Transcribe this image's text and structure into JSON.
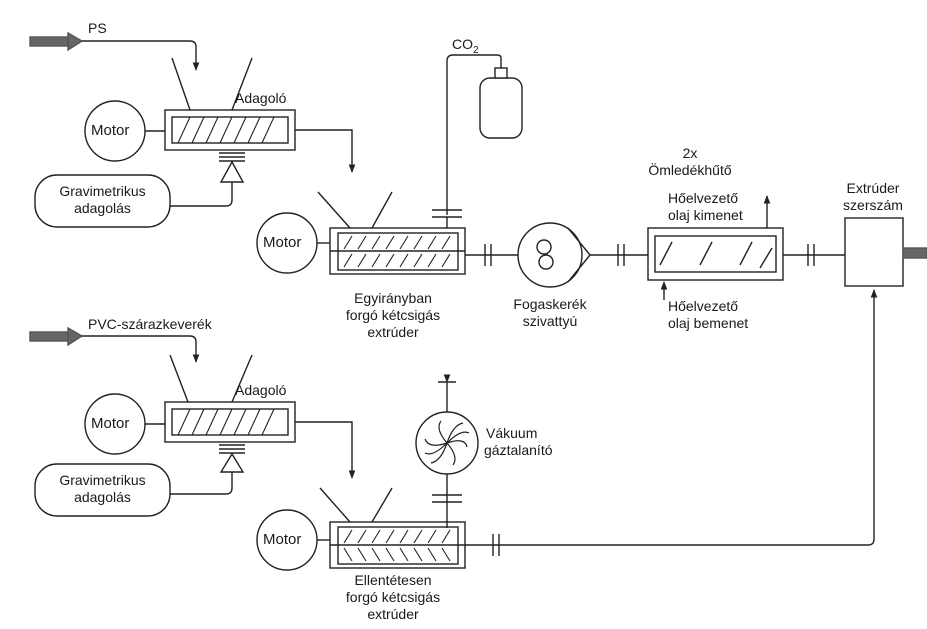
{
  "inputs": {
    "ps": "PS",
    "pvc": "PVC-szárazkeverék"
  },
  "feeders": {
    "top": "Adagoló",
    "bottom": "Adagoló"
  },
  "motors": {
    "top_feeder": "Motor",
    "top_extruder": "Motor",
    "bottom_feeder": "Motor",
    "bottom_extruder": "Motor"
  },
  "gravimetric": {
    "top": [
      "Gravimetrikus",
      "adagolás"
    ],
    "bottom": [
      "Gravimetrikus",
      "adagolás"
    ]
  },
  "co2": "CO",
  "co2_sub": "2",
  "co_rotating": [
    "Egyirányban",
    "forgó kétcsigás",
    "extrúder"
  ],
  "counter_rotating": [
    "Ellentétesen",
    "forgó kétcsigás",
    "extrúder"
  ],
  "gear_pump": [
    "Fogaskerék",
    "szivattyú"
  ],
  "melt_cooler": [
    "2x",
    "Ömledékhűtő"
  ],
  "oil_out": [
    "Hőelvezető",
    "olaj kimenet"
  ],
  "oil_in": [
    "Hőelvezető",
    "olaj bemenet"
  ],
  "die": [
    "Extrúder",
    "szerszám"
  ],
  "vacuum": [
    "Vákuum",
    "gáztalanító"
  ]
}
